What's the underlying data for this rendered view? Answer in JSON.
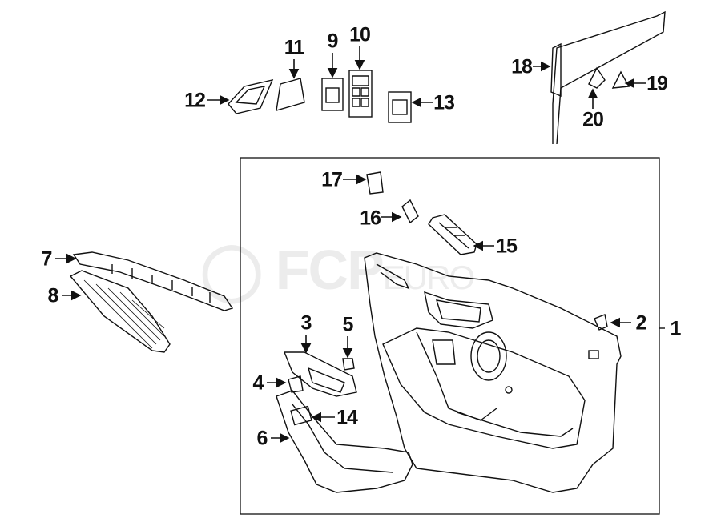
{
  "diagram": {
    "title": "Front door interior trim panel components",
    "watermark": "FCP EURO",
    "callouts": [
      "1",
      "2",
      "3",
      "4",
      "5",
      "6",
      "7",
      "8",
      "9",
      "10",
      "11",
      "12",
      "13",
      "14",
      "15",
      "16",
      "17",
      "18",
      "19",
      "20"
    ]
  }
}
